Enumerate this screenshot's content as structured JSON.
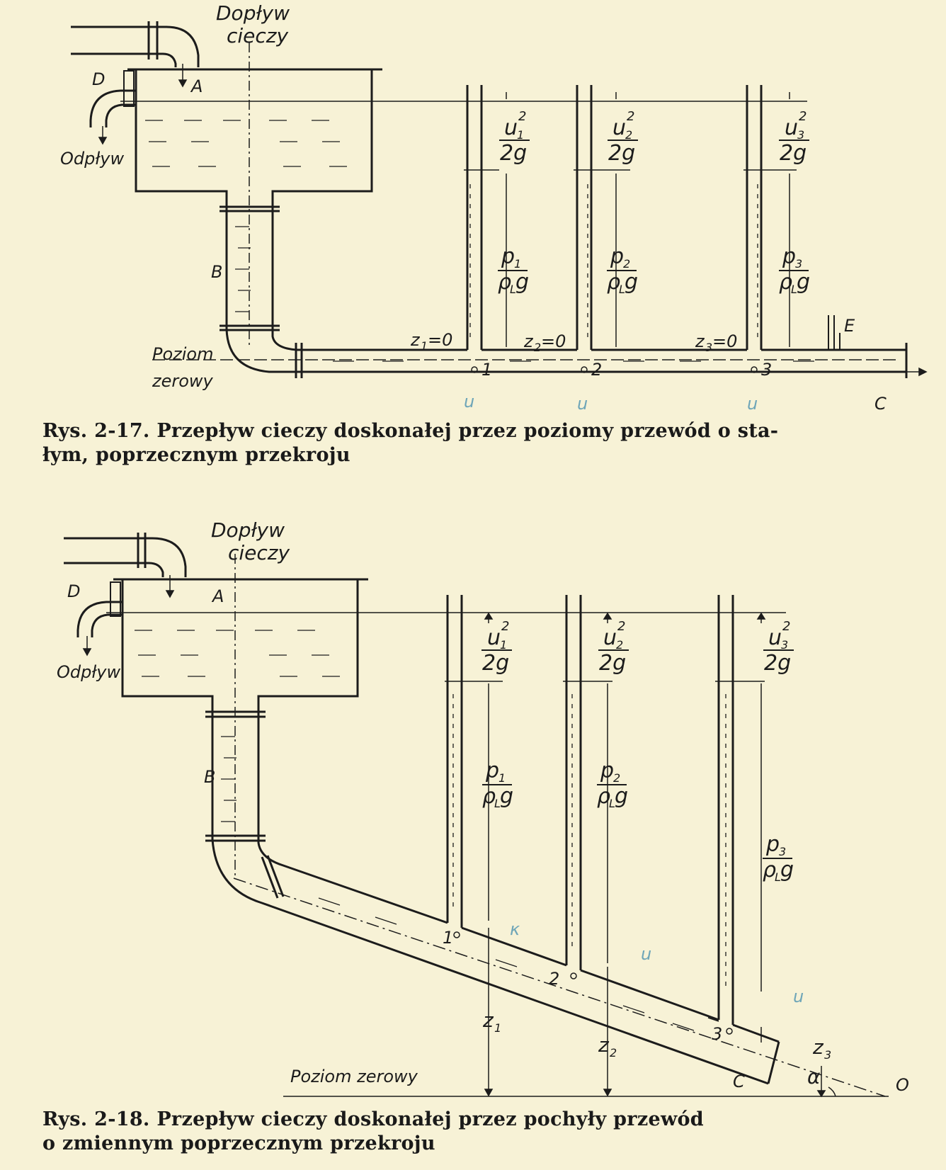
{
  "fig1": {
    "inflow": [
      "Dopływ",
      "cieczy"
    ],
    "outflow": "Odpływ",
    "label_D": "D",
    "label_A": "A",
    "label_B": "B",
    "label_C": "C",
    "label_E": "E",
    "zero_level": [
      "Poziom",
      "zerowy"
    ],
    "points": [
      "1",
      "2",
      "3"
    ],
    "z_labels": [
      "z",
      "z",
      "z"
    ],
    "z_subs": [
      "1",
      "2",
      "3"
    ],
    "z_values": [
      "=0",
      "=0",
      "=0"
    ],
    "vel_num": "u",
    "vel_subs": [
      "1",
      "2",
      "3"
    ],
    "vel_sup": "2",
    "vel_den": "2g",
    "pres_num": "p",
    "pres_subs": [
      "1",
      "2",
      "3"
    ],
    "pres_den": "ρ",
    "pres_den_sub": "L",
    "pres_den_g": "g",
    "caption": "Rys. 2-17. Przepływ cieczy doskonałej przez poziomy przewód o sta-łym, poprzecznym przekroju",
    "caption_line1": "Rys. 2-17. Przepływ cieczy doskonałej przez poziomy przewód o sta-",
    "caption_line2": "łym, poprzecznym przekroju"
  },
  "fig2": {
    "inflow": [
      "Dopływ",
      "cieczy"
    ],
    "outflow": "Odpływ",
    "label_D": "D",
    "label_A": "A",
    "label_B": "B",
    "label_C": "C",
    "label_O": "O",
    "alpha": "α",
    "zero_level": "Poziom zerowy",
    "points": [
      "1",
      "2",
      "3"
    ],
    "z_labels": [
      "z",
      "z",
      "z"
    ],
    "z_subs": [
      "1",
      "2",
      "3"
    ],
    "vel_num": "u",
    "vel_subs": [
      "1",
      "2",
      "3"
    ],
    "vel_sup": "2",
    "vel_den": "2g",
    "pres_num": "p",
    "pres_subs": [
      "1",
      "2",
      "3"
    ],
    "pres_den": "ρ",
    "pres_den_sub": "L",
    "pres_den_g": "g",
    "caption_line1": "Rys. 2-18. Przepływ cieczy doskonałej przez pochyły przewód",
    "caption_line2": "o zmiennym poprzecznym przekroju"
  },
  "colors": {
    "paper": "#f7f2d6",
    "ink": "#1c1c1c",
    "pencil": "#6fa6b8"
  }
}
